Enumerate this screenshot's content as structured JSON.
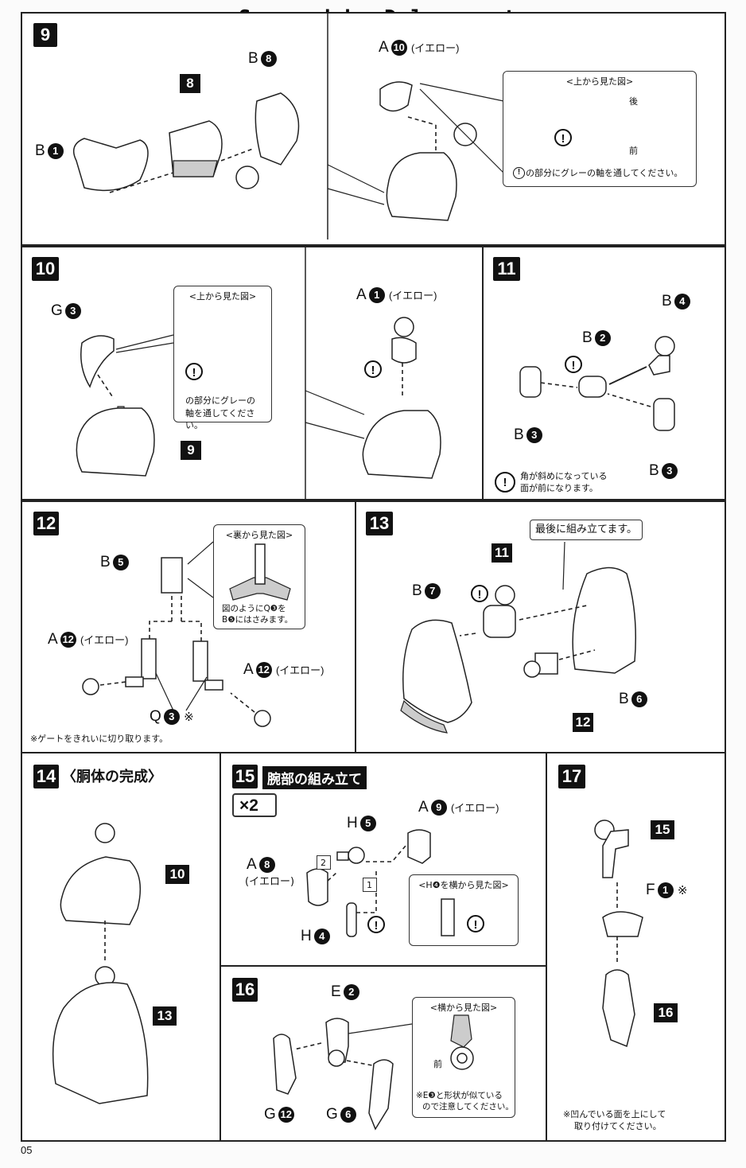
{
  "watermark": "Scanned by Dalong.net",
  "page_number": "05",
  "steps": {
    "s9": {
      "num": "9",
      "parts": {
        "b1": "B",
        "b1n": "1",
        "s8": "8",
        "b8": "B",
        "b8n": "8",
        "a10": "A",
        "a10n": "10",
        "a10c": "(イエロー)"
      },
      "view_title": "<上から見た図>",
      "back": "後",
      "front": "前",
      "note": "の部分にグレーの軸を通してください。"
    },
    "s10": {
      "num": "10",
      "g3": "G",
      "g3n": "3",
      "s9ref": "9",
      "view_title": "<上から見た図>",
      "note1": "の部分にグレーの",
      "note2": "軸を通してください。",
      "a1": "A",
      "a1n": "1",
      "a1c": "(イエロー)"
    },
    "s11": {
      "num": "11",
      "b4": "B",
      "b4n": "4",
      "b2": "B",
      "b2n": "2",
      "b3a": "B",
      "b3an": "3",
      "b3b": "B",
      "b3bn": "3",
      "note1": "角が斜めになっている",
      "note2": "面が前になります。"
    },
    "s12": {
      "num": "12",
      "b5": "B",
      "b5n": "5",
      "view_title": "<裏から見た図>",
      "vnote1": "図のようにQ❸を",
      "vnote2": "B❺にはさみます。",
      "a12a": "A",
      "a12an": "12",
      "a12ac": "(イエロー)",
      "a12b": "A",
      "a12bn": "12",
      "a12bc": "(イエロー)",
      "q3": "Q",
      "q3n": "3",
      "q3m": "※",
      "footnote": "※ゲートをきれいに切り取ります。"
    },
    "s13": {
      "num": "13",
      "callout": "最後に組み立てます。",
      "s11ref": "11",
      "b7": "B",
      "b7n": "7",
      "s12ref": "12",
      "b6": "B",
      "b6n": "6"
    },
    "s14": {
      "num": "14",
      "title": "〈胴体の完成〉",
      "s10ref": "10",
      "s13ref": "13"
    },
    "s15": {
      "num": "15",
      "title": "腕部の組み立て",
      "multiplier": "×2",
      "h5": "H",
      "h5n": "5",
      "a9": "A",
      "a9n": "9",
      "a9c": "(イエロー)",
      "a8": "A",
      "a8n": "8",
      "a8c": "(イエロー)",
      "step1": "1",
      "step2": "2",
      "h4": "H",
      "h4n": "4",
      "view_title": "<H❹を横から見た図>"
    },
    "s16": {
      "num": "16",
      "e2": "E",
      "e2n": "2",
      "g12": "G",
      "g12n": "12",
      "g6": "G",
      "g6n": "6",
      "view_title": "<横から見た図>",
      "front": "前",
      "vnote1": "※E❸と形状が似ている",
      "vnote2": "ので注意してください。"
    },
    "s17": {
      "num": "17",
      "s15ref": "15",
      "f1": "F",
      "f1n": "1",
      "f1m": "※",
      "s16ref": "16",
      "note1": "※凹んでいる面を上にして",
      "note2": "取り付けてください。"
    }
  },
  "exclaim": "!"
}
